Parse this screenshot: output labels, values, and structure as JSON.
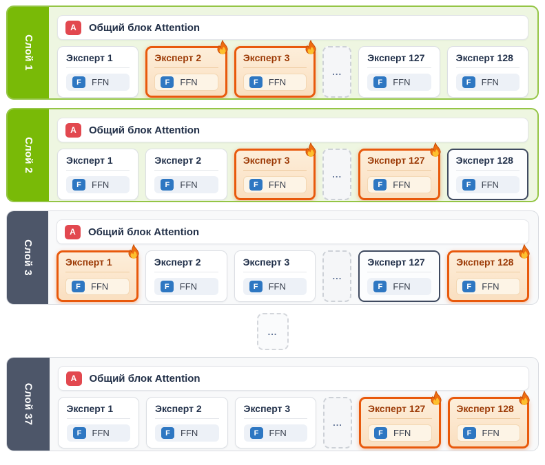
{
  "attention": {
    "badge": "A",
    "label": "Общий блок Attention"
  },
  "ffn": {
    "badge": "F",
    "label": "FFN"
  },
  "ellipsis": "...",
  "separator": {
    "label": "..."
  },
  "colors": {
    "green_sidebar": "#79ba07",
    "green_border": "#94c545",
    "green_background": "#eef6e1",
    "slate_sidebar": "#4d5669",
    "slate_border": "#d8dbe0",
    "slate_background": "#f8f9fa",
    "active_border": "#e8590c",
    "active_text": "#9c3a06",
    "active_background": "#fbe4c9",
    "outlined_border": "#3f4a60",
    "attention_badge": "#e2484f",
    "ffn_badge": "#2e77c2"
  },
  "layers": [
    {
      "name": "Слой 1",
      "theme": "green",
      "experts": [
        {
          "label": "Эксперт 1",
          "state": "normal"
        },
        {
          "label": "Эксперт 2",
          "state": "active"
        },
        {
          "label": "Эксперт 3",
          "state": "active"
        },
        {
          "label": "Эксперт 127",
          "state": "normal"
        },
        {
          "label": "Эксперт 128",
          "state": "normal"
        }
      ]
    },
    {
      "name": "Слой 2",
      "theme": "green",
      "experts": [
        {
          "label": "Эксперт 1",
          "state": "normal"
        },
        {
          "label": "Эксперт 2",
          "state": "normal"
        },
        {
          "label": "Эксперт 3",
          "state": "active"
        },
        {
          "label": "Эксперт 127",
          "state": "active"
        },
        {
          "label": "Эксперт 128",
          "state": "outlined"
        }
      ]
    },
    {
      "name": "Слой 3",
      "theme": "slate",
      "experts": [
        {
          "label": "Эксперт 1",
          "state": "active"
        },
        {
          "label": "Эксперт 2",
          "state": "normal"
        },
        {
          "label": "Эксперт 3",
          "state": "normal"
        },
        {
          "label": "Эксперт 127",
          "state": "outlined"
        },
        {
          "label": "Эксперт 128",
          "state": "active"
        }
      ]
    },
    {
      "name": "Слой 37",
      "theme": "slate",
      "experts": [
        {
          "label": "Эксперт 1",
          "state": "normal"
        },
        {
          "label": "Эксперт 2",
          "state": "normal"
        },
        {
          "label": "Эксперт 3",
          "state": "normal"
        },
        {
          "label": "Эксперт 127",
          "state": "active"
        },
        {
          "label": "Эксперт 128",
          "state": "active"
        }
      ]
    }
  ]
}
